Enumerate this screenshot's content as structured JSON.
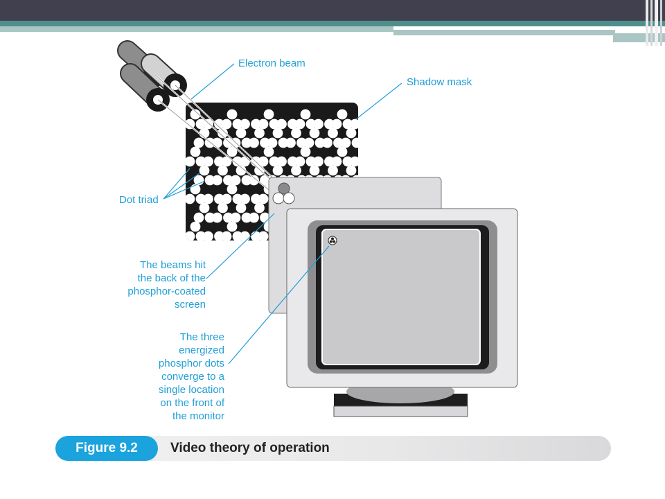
{
  "labels": {
    "electron_beam": "Electron beam",
    "shadow_mask": "Shadow mask",
    "dot_triad": "Dot triad",
    "beams_hit": [
      "The beams hit",
      "the back of the",
      "phosphor-coated",
      "screen"
    ],
    "three_dots": [
      "The three",
      "energized",
      "phosphor dots",
      "converge to a",
      "single location",
      "on the front of",
      "the monitor"
    ]
  },
  "caption": {
    "figure_number": "Figure 9.2",
    "title": "Video theory of operation"
  },
  "colors": {
    "header_dark": "#40404f",
    "header_teal": "#4e8f8d",
    "header_light": "#a9c6c4",
    "label_blue": "#1f9fd6",
    "figure_pill": "#1aa3dd",
    "mask_black": "#1a1a1a",
    "screen_gray": "#c9c9cb"
  }
}
